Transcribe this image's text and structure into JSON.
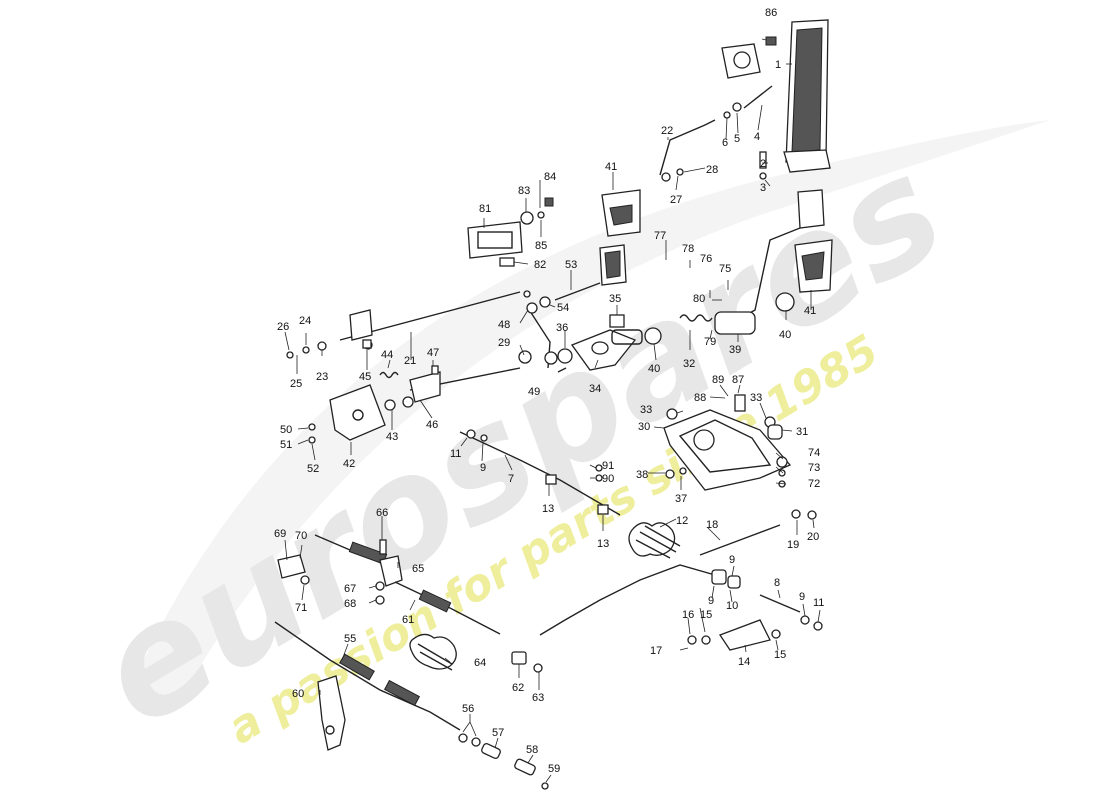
{
  "watermark": {
    "brand": "eurospares",
    "tagline": "a passion for parts since 1985",
    "brand_color": "#e6e6e6",
    "tagline_color": "#ecec9a"
  },
  "callouts": {
    "n1": "1",
    "n2": "2",
    "n3": "3",
    "n4": "4",
    "n5": "5",
    "n6": "6",
    "n7": "7",
    "n8": "8",
    "n9a": "9",
    "n9b": "9",
    "n9c": "9",
    "n9d": "9",
    "n10": "10",
    "n11a": "11",
    "n11b": "11",
    "n12": "12",
    "n13a": "13",
    "n13b": "13",
    "n14": "14",
    "n15a": "15",
    "n15b": "15",
    "n16": "16",
    "n17": "17",
    "n18": "18",
    "n19": "19",
    "n20": "20",
    "n21": "21",
    "n22": "22",
    "n23": "23",
    "n24": "24",
    "n25": "25",
    "n26": "26",
    "n27": "27",
    "n28": "28",
    "n29": "29",
    "n30": "30",
    "n31": "31",
    "n32": "32",
    "n33a": "33",
    "n33b": "33",
    "n34": "34",
    "n35": "35",
    "n36": "36",
    "n37": "37",
    "n38": "38",
    "n39": "39",
    "n40a": "40",
    "n40b": "40",
    "n41a": "41",
    "n41b": "41",
    "n42": "42",
    "n43": "43",
    "n44": "44",
    "n45": "45",
    "n46": "46",
    "n47": "47",
    "n48": "48",
    "n49": "49",
    "n50": "50",
    "n51": "51",
    "n52": "52",
    "n53": "53",
    "n54": "54",
    "n55": "55",
    "n56": "56",
    "n57": "57",
    "n58": "58",
    "n59": "59",
    "n60": "60",
    "n61": "61",
    "n62": "62",
    "n63": "63",
    "n64": "64",
    "n65": "65",
    "n66": "66",
    "n67": "67",
    "n68": "68",
    "n69": "69",
    "n70": "70",
    "n71": "71",
    "n72": "72",
    "n73": "73",
    "n74": "74",
    "n75": "75",
    "n76": "76",
    "n77": "77",
    "n78": "78",
    "n79": "79",
    "n80": "80",
    "n81": "81",
    "n82": "82",
    "n83": "83",
    "n84": "84",
    "n85": "85",
    "n86": "86",
    "n87": "87",
    "n88": "88",
    "n89": "89",
    "n90": "90",
    "n91": "91"
  }
}
